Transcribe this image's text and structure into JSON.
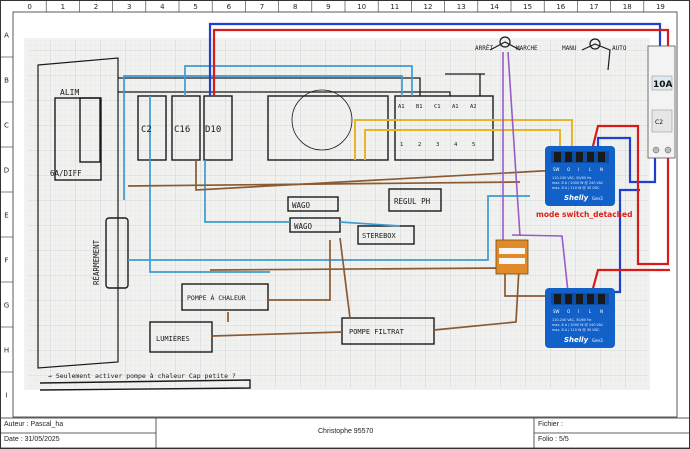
{
  "grid": {
    "columns": [
      "0",
      "1",
      "2",
      "3",
      "4",
      "5",
      "6",
      "7",
      "8",
      "9",
      "10",
      "11",
      "12",
      "13",
      "14",
      "15",
      "16",
      "17",
      "18",
      "19"
    ],
    "rows": [
      "A",
      "B",
      "C",
      "D",
      "E",
      "F",
      "G",
      "H",
      "I"
    ]
  },
  "cabinet": {
    "alim_label": "ALIM",
    "alim_rating": "6A/DIFF",
    "breakers": [
      "C2",
      "C16",
      "D10"
    ],
    "rearmement": "RÉARMEMENT",
    "wago1": "WAGO",
    "wago2": "WAGO",
    "regul_ph": "REGUL PH",
    "stereobox": "STEREBOX",
    "pompe_chaleur": "POMPE À CHALEUR",
    "lumieres": "LUMIÈRES",
    "pompe_filtrat": "POMPE FILTRAT",
    "switch1_labels": [
      "ARRÊT",
      "MARCHE"
    ],
    "switch2_labels": [
      "MANU",
      "AUTO"
    ],
    "terminals_top": [
      "A1",
      "B1",
      "C1",
      "A1",
      "A2"
    ],
    "terminals_mid": [
      "1",
      "2",
      "3",
      "4",
      "5"
    ],
    "note": "→ Seulement activer pompe à chaleur Cap petite ?"
  },
  "breaker_module": {
    "rating": "10A",
    "type": "C2"
  },
  "shelly": [
    {
      "terminals": [
        "SW",
        "O",
        "I",
        "L",
        "N"
      ],
      "spec1": "110-240 VAC, 50/60 Hz",
      "spec2": "max. 8 A / 2000 W @ 240 VAC",
      "spec3": "max. 8 A / 110 W @ 30 VDC",
      "brand": "Shelly",
      "model": "Gen3"
    },
    {
      "terminals": [
        "SW",
        "O",
        "I",
        "L",
        "N"
      ],
      "spec1": "110-240 VAC, 50/60 Hz",
      "spec2": "max. 8 A / 2000 W @ 240 VAC",
      "spec3": "max. 8 A / 110 W @ 30 VDC",
      "brand": "Shelly",
      "model": "Gen3"
    }
  ],
  "mode_label": "mode switch_detached",
  "title_block": {
    "auteur": "Auteur : Pascal_ha",
    "date": "Date : 31/05/2025",
    "center": "Christophe 95570",
    "fichier": "Fichier :",
    "folio": "Folio : 5/5"
  },
  "colors": {
    "blue": "#1f3fd1",
    "red": "#d81a1a",
    "brown": "#8a5a32",
    "teal": "#3d9ccf",
    "yellow": "#e8b42a",
    "purple": "#9a5bc8",
    "shelly_blue": "#1261c9",
    "mode_red": "#e0201a"
  }
}
